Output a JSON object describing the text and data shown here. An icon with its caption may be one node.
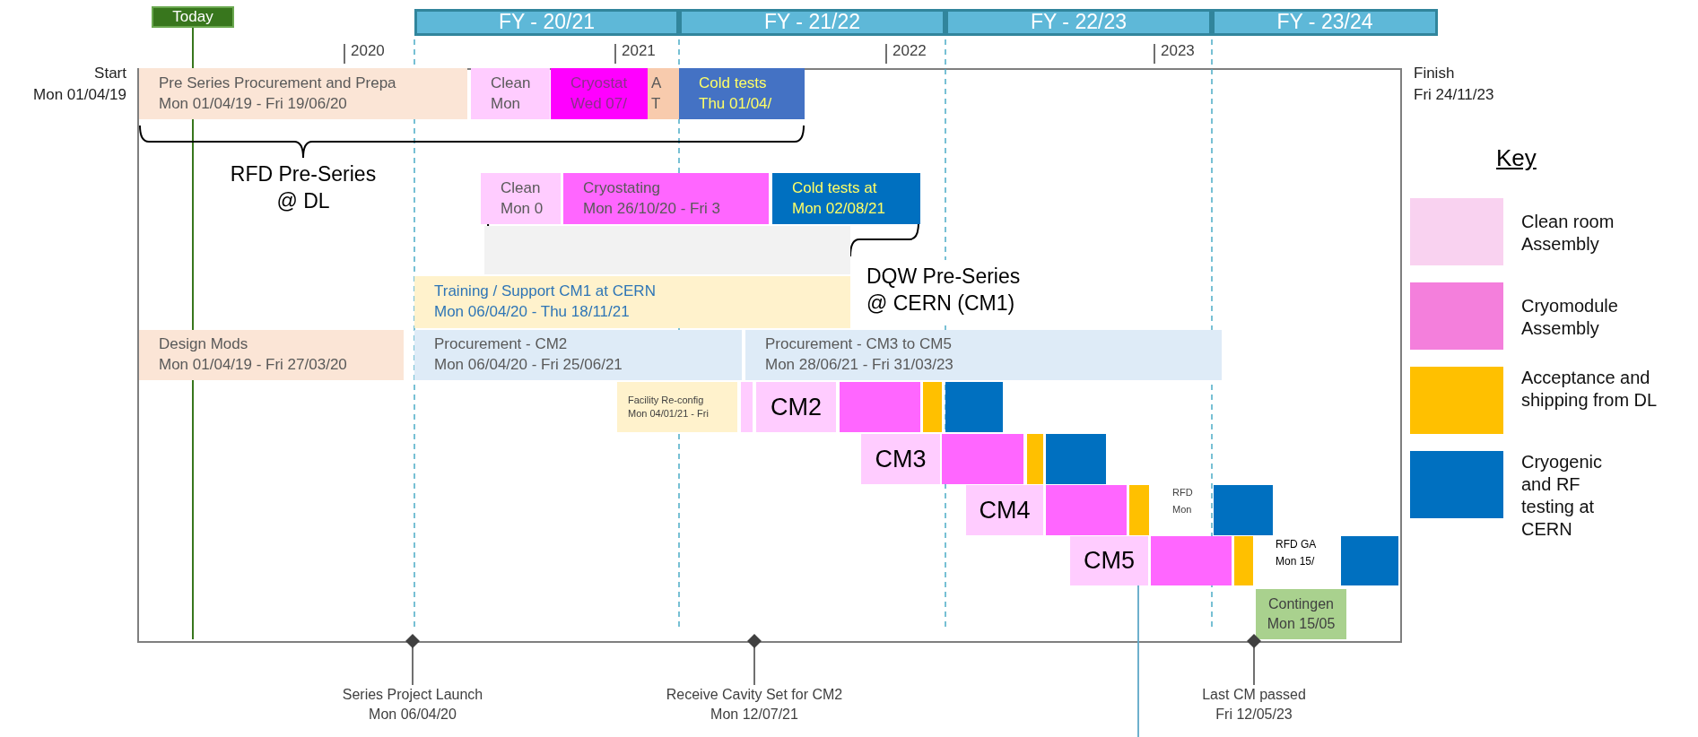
{
  "diagram": {
    "nodes": [
      {
        "text": [
          "Today"
        ]
      },
      {
        "text": [
          "FY - 20/21"
        ]
      },
      {
        "text": [
          "FY - 21/22"
        ]
      },
      {
        "text": [
          "FY - 22/23"
        ]
      },
      {
        "text": [
          "FY - 23/24"
        ]
      },
      {
        "text": [
          "Pre Series Procurement and Prepa",
          "Mon 01/04/19 - Fri 19/06/20"
        ]
      },
      {
        "text": [
          "Clean",
          "Mon"
        ]
      },
      {
        "text": [
          "Cryostat",
          "Wed 07/"
        ]
      },
      {
        "text": [
          "A",
          "T"
        ]
      },
      {
        "text": [
          "Cold tests",
          "Thu 01/04/"
        ]
      },
      {
        "text": [
          "Clean",
          "Mon 0"
        ]
      },
      {
        "text": [
          "Cryostating",
          "Mon 26/10/20 - Fri 3"
        ]
      },
      {
        "text": [
          "Cold tests at",
          "Mon 02/08/21"
        ]
      },
      {
        "text": [],
        "shape": "bar"
      },
      {
        "text": [
          "Training / Support CM1 at CERN",
          "Mon 06/04/20 - Thu 18/11/21"
        ]
      },
      {
        "text": [
          "Design Mods",
          "Mon 01/04/19 - Fri 27/03/20"
        ]
      },
      {
        "text": [
          "Procurement - CM2",
          "Mon 06/04/20 - Fri 25/06/21"
        ]
      },
      {
        "text": [
          "Procurement - CM3 to CM5",
          "Mon 28/06/21 - Fri 31/03/23"
        ]
      },
      {
        "text": [
          "Facility  Re-config",
          "Mon 04/01/21 - Fri"
        ]
      },
      {
        "text": [],
        "shape": "bar"
      },
      {
        "text": [
          "CM2"
        ]
      },
      {
        "text": [],
        "shape": "bar"
      },
      {
        "text": [],
        "shape": "bar"
      },
      {
        "text": [],
        "shape": "bar"
      },
      {
        "text": [
          "CM3"
        ]
      },
      {
        "text": [],
        "shape": "bar"
      },
      {
        "text": [],
        "shape": "bar"
      },
      {
        "text": [],
        "shape": "bar"
      },
      {
        "text": [
          "CM4"
        ]
      },
      {
        "text": [],
        "shape": "bar"
      },
      {
        "text": [],
        "shape": "bar"
      },
      {
        "text": [],
        "shape": "bar"
      },
      {
        "text": [
          "CM5"
        ]
      },
      {
        "text": [],
        "shape": "bar"
      },
      {
        "text": [],
        "shape": "bar"
      },
      {
        "text": [],
        "shape": "bar"
      },
      {
        "text": [
          "Contingen",
          "Mon 15/05"
        ]
      },
      {
        "text": [
          "Series Project Launch",
          "Mon 06/04/20"
        ]
      },
      {
        "text": [
          "Receive Cavity Set for CM2",
          "Mon 12/07/21"
        ]
      },
      {
        "text": [
          "Last CM passed",
          "Fri 12/05/23"
        ]
      }
    ],
    "edges": [
      {
        "from": null,
        "to": 32,
        "arrow": "none",
        "color": "#5ea8c8"
      }
    ],
    "labels": [
      "Start",
      "Mon 01/04/19",
      "2020",
      "2021",
      "2022",
      "2023",
      "Finish",
      "Fri 24/11/23",
      "RFD Pre-Series @ DL",
      "Key",
      "DQW Pre-Series @ CERN (CM1)",
      "RFD",
      "Mon",
      "RFD GA",
      "Mon 15/"
    ],
    "legend": [
      {
        "text": "Clean room Assembly",
        "color": "#f9d2f0"
      },
      {
        "text": "Cryomodule Assembly",
        "color": "#f47fdc"
      },
      {
        "text": "Acceptance and shipping from DL",
        "color": "#ffc000"
      },
      {
        "text": "Cryogenic and RF testing at CERN",
        "color": "#0070c0"
      }
    ]
  }
}
